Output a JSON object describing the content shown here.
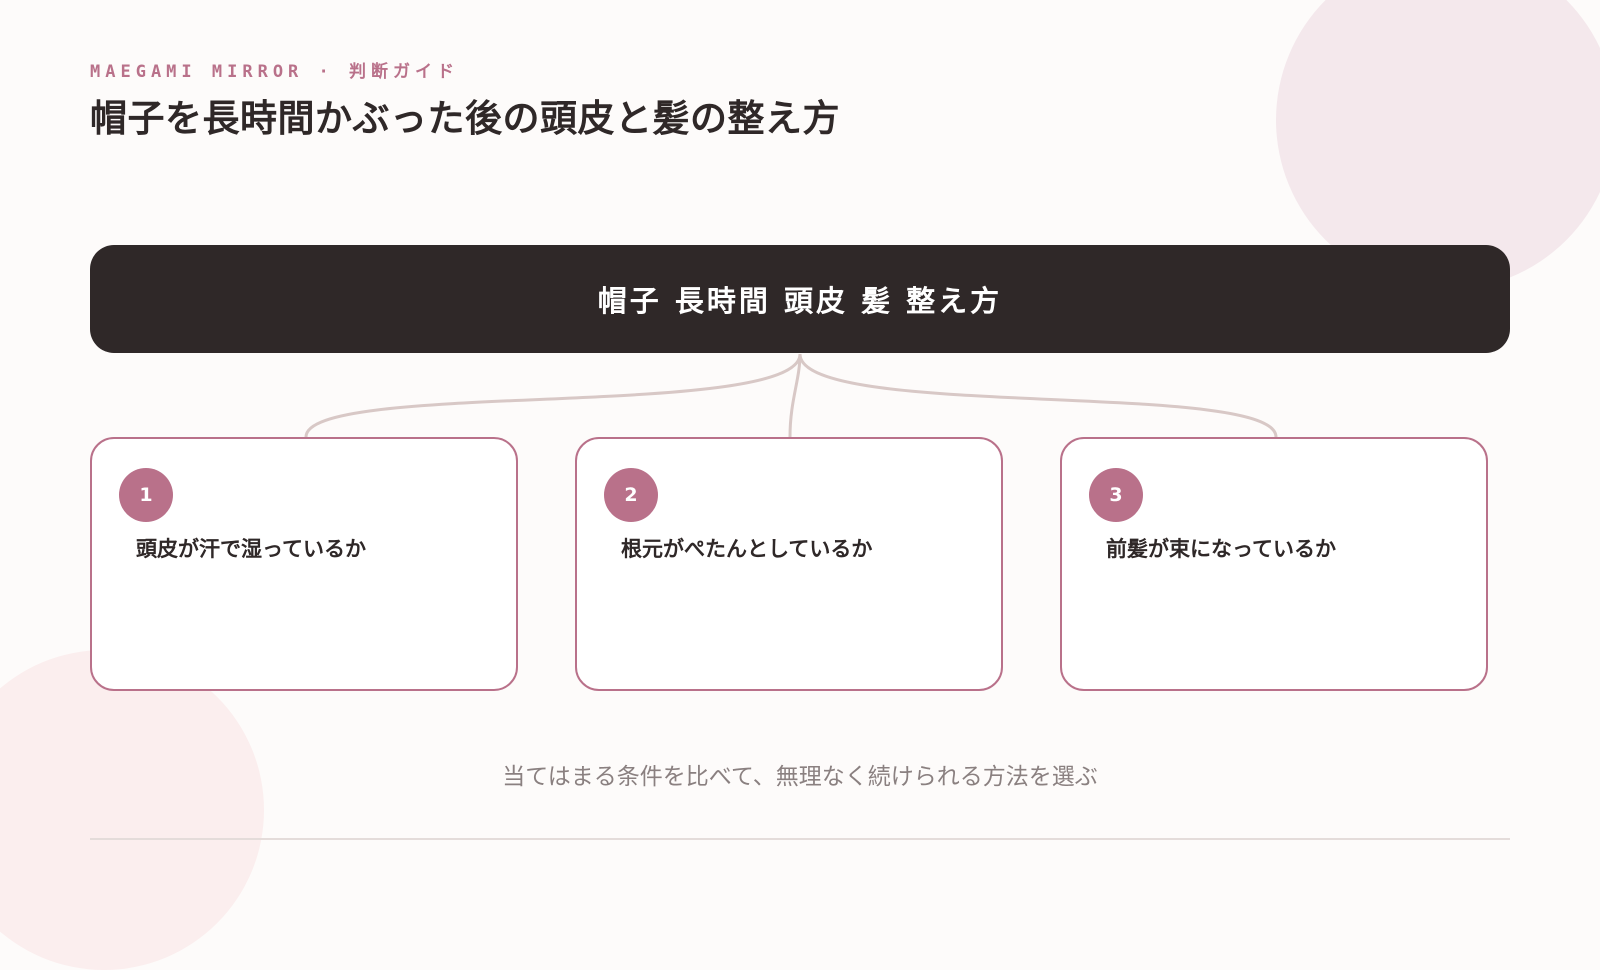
{
  "header": {
    "eyebrow": "MAEGAMI MIRROR · 判断ガイド",
    "title": "帽子を長時間かぶった後の頭皮と髪の整え方"
  },
  "diagram": {
    "root_label": "帽子 長時間 頭皮 髪 整え方",
    "branches": [
      {
        "number": "1",
        "label": "頭皮が汗で湿っているか"
      },
      {
        "number": "2",
        "label": "根元がぺたんとしているか"
      },
      {
        "number": "3",
        "label": "前髪が束になっているか"
      }
    ]
  },
  "footer": {
    "note": "当てはまる条件を比べて、無理なく続けられる方法を選ぶ"
  },
  "colors": {
    "accent": "#b9718a",
    "dark": "#2f2828",
    "connector": "#d8c8c6",
    "background": "#fdfbfa"
  }
}
